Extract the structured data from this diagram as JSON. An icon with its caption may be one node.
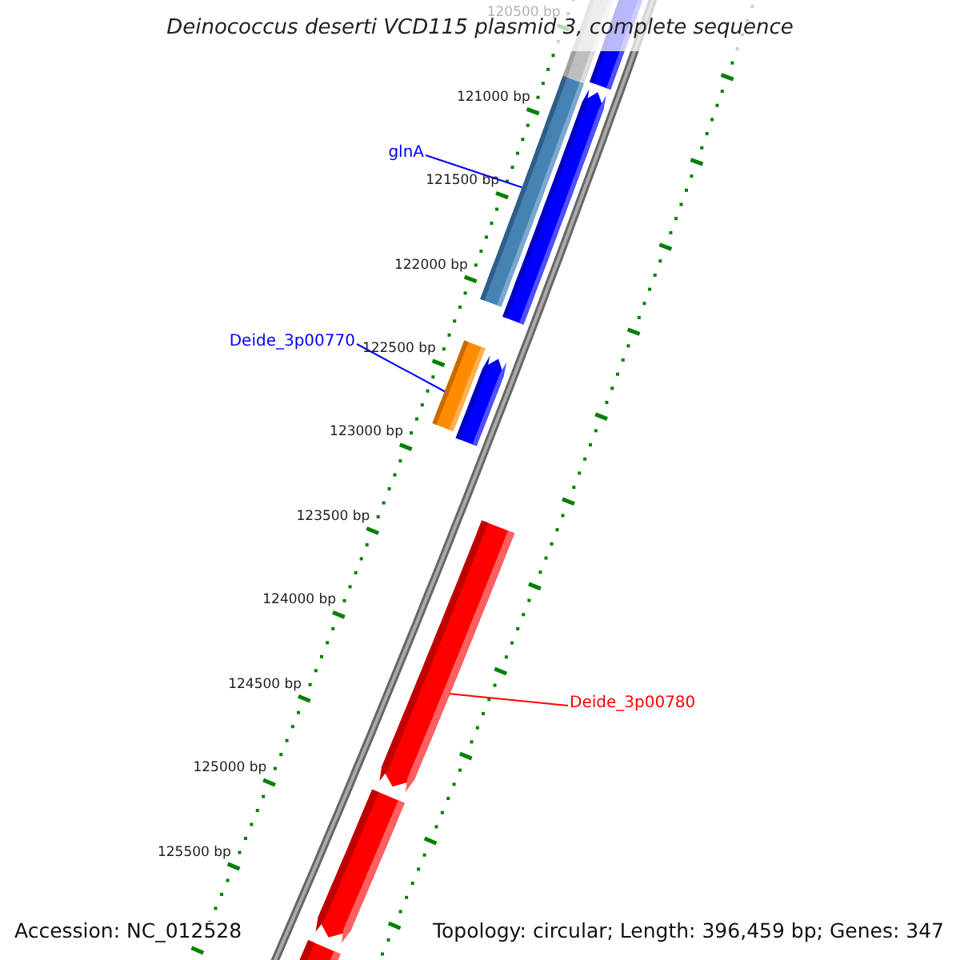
{
  "diagram": {
    "title": "Deinococcus deserti VCD115 plasmid 3, complete sequence",
    "nodes": [
      {
        "text": [
          "glnA"
        ]
      },
      {
        "text": [],
        "shape": "bar"
      },
      {
        "text": [
          "Deide_3p00770"
        ]
      },
      {
        "text": [],
        "shape": "bar"
      },
      {
        "text": [
          "Deide_3p00780"
        ]
      },
      {
        "text": [],
        "shape": "bar"
      }
    ],
    "edges": [
      {
        "from": 0,
        "to": 1,
        "arrow": "none",
        "color": "#0000ff"
      },
      {
        "from": 2,
        "to": 3,
        "arrow": "none",
        "color": "#0000ff"
      },
      {
        "from": 4,
        "to": 5,
        "arrow": "none",
        "color": "#ff0000"
      }
    ],
    "labels": [
      "120500 bp",
      "121000 bp",
      "121500 bp",
      "122000 bp",
      "122500 bp",
      "123000 bp",
      "123500 bp",
      "124000 bp",
      "124500 bp",
      "125000 bp",
      "125500 bp",
      "Accession: NC_012528",
      "Topology: circular; Length: 396,459 bp; Genes: 347"
    ]
  }
}
